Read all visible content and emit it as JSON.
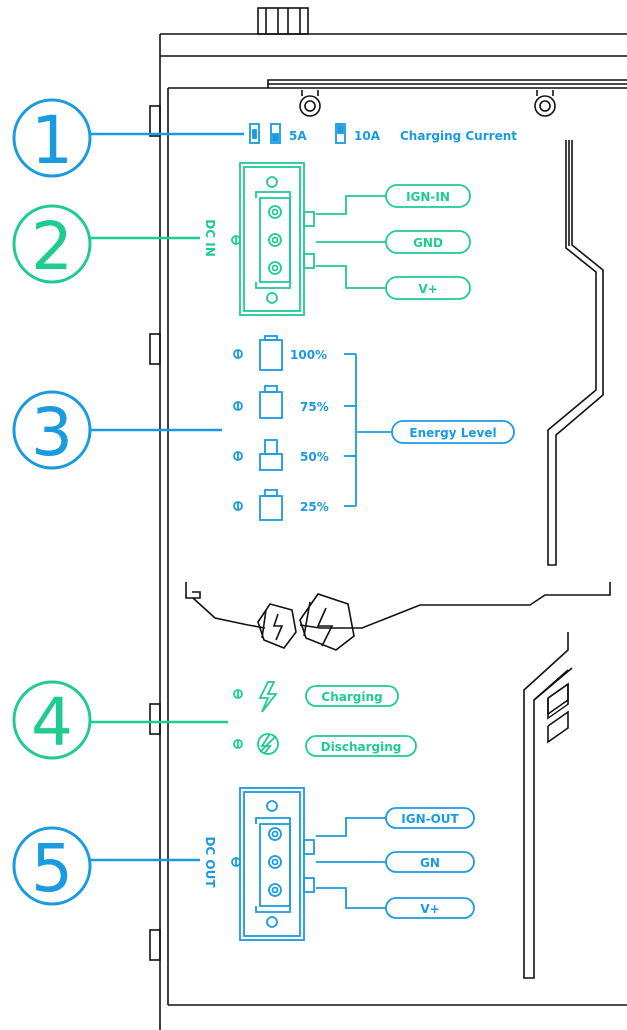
{
  "colors": {
    "blue": "#1a9be0",
    "green": "#1fcc8f",
    "line": "#111111"
  },
  "callouts": {
    "c1": "1",
    "c2": "2",
    "c3": "3",
    "c4": "4",
    "c5": "5"
  },
  "charging_current": {
    "opt_5a": "5A",
    "opt_10a": "10A",
    "title": "Charging Current"
  },
  "dc_in": {
    "label": "DC IN",
    "pins": [
      "IGN-IN",
      "GND",
      "V+"
    ]
  },
  "energy": {
    "levels": [
      "100%",
      "75%",
      "50%",
      "25%"
    ],
    "title": "Energy Level"
  },
  "status": {
    "charging": "Charging",
    "discharging": "Discharging"
  },
  "dc_out": {
    "label": "DC OUT",
    "pins": [
      "IGN-OUT",
      "GN",
      "V+"
    ]
  },
  "icons": [
    "battery-icon",
    "lightning-icon",
    "discharge-icon",
    "screw-icon",
    "fuse-icon"
  ]
}
